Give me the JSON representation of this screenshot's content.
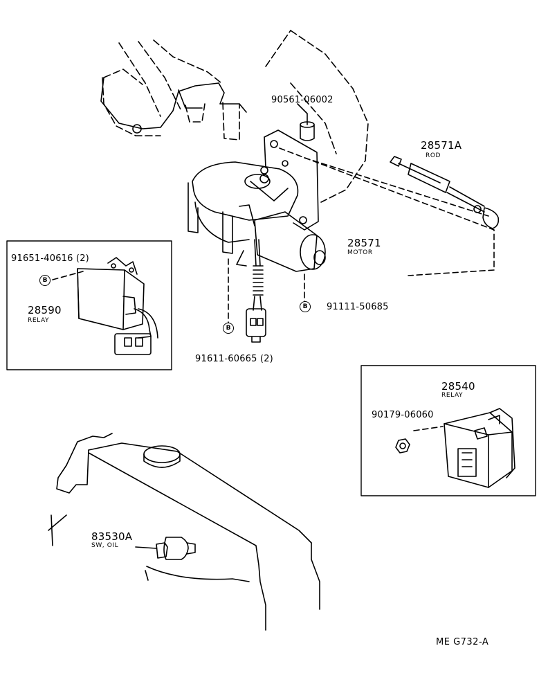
{
  "parts": {
    "bolt_90561": "90561-06002",
    "rod_num": "28571A",
    "rod_name": "ROD",
    "motor_num": "28571",
    "motor_name": "MOTOR",
    "screw_91651": "91651-40616 (2)",
    "relay1_num": "28590",
    "relay1_name": "RELAY",
    "bolt_91111": "91111-50685",
    "bolt_91611": "91611-60665 (2)",
    "relay2_num": "28540",
    "relay2_name": "RELAY",
    "nut_90179": "90179-06060",
    "switch_num": "83530A",
    "switch_name": "SW, OIL"
  },
  "bolt_mark": "B",
  "figure_ref": "ME  G732-A"
}
